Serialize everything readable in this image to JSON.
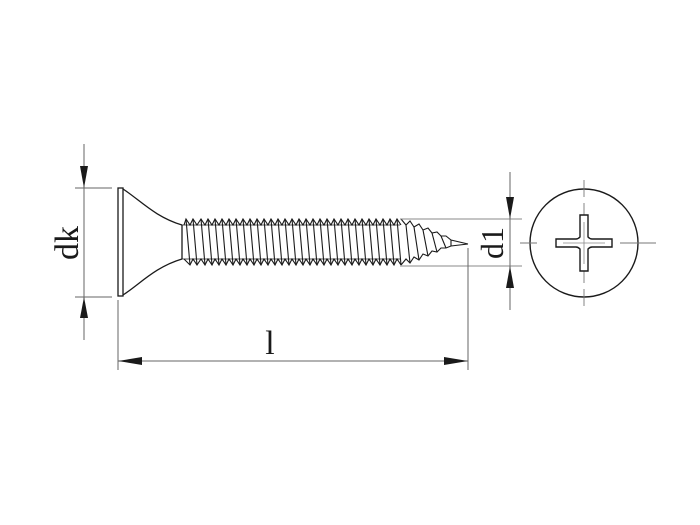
{
  "drawing": {
    "title": "Drywall screw technical drawing",
    "background": "#ffffff",
    "line_color": "#1a1a1a",
    "dim_color": "#555555",
    "labels": {
      "head_diameter": "dk",
      "thread_diameter": "d1",
      "length": "l"
    },
    "views": {
      "side_view": "screw-side-view",
      "end_view": "phillips-head-end-view"
    }
  }
}
